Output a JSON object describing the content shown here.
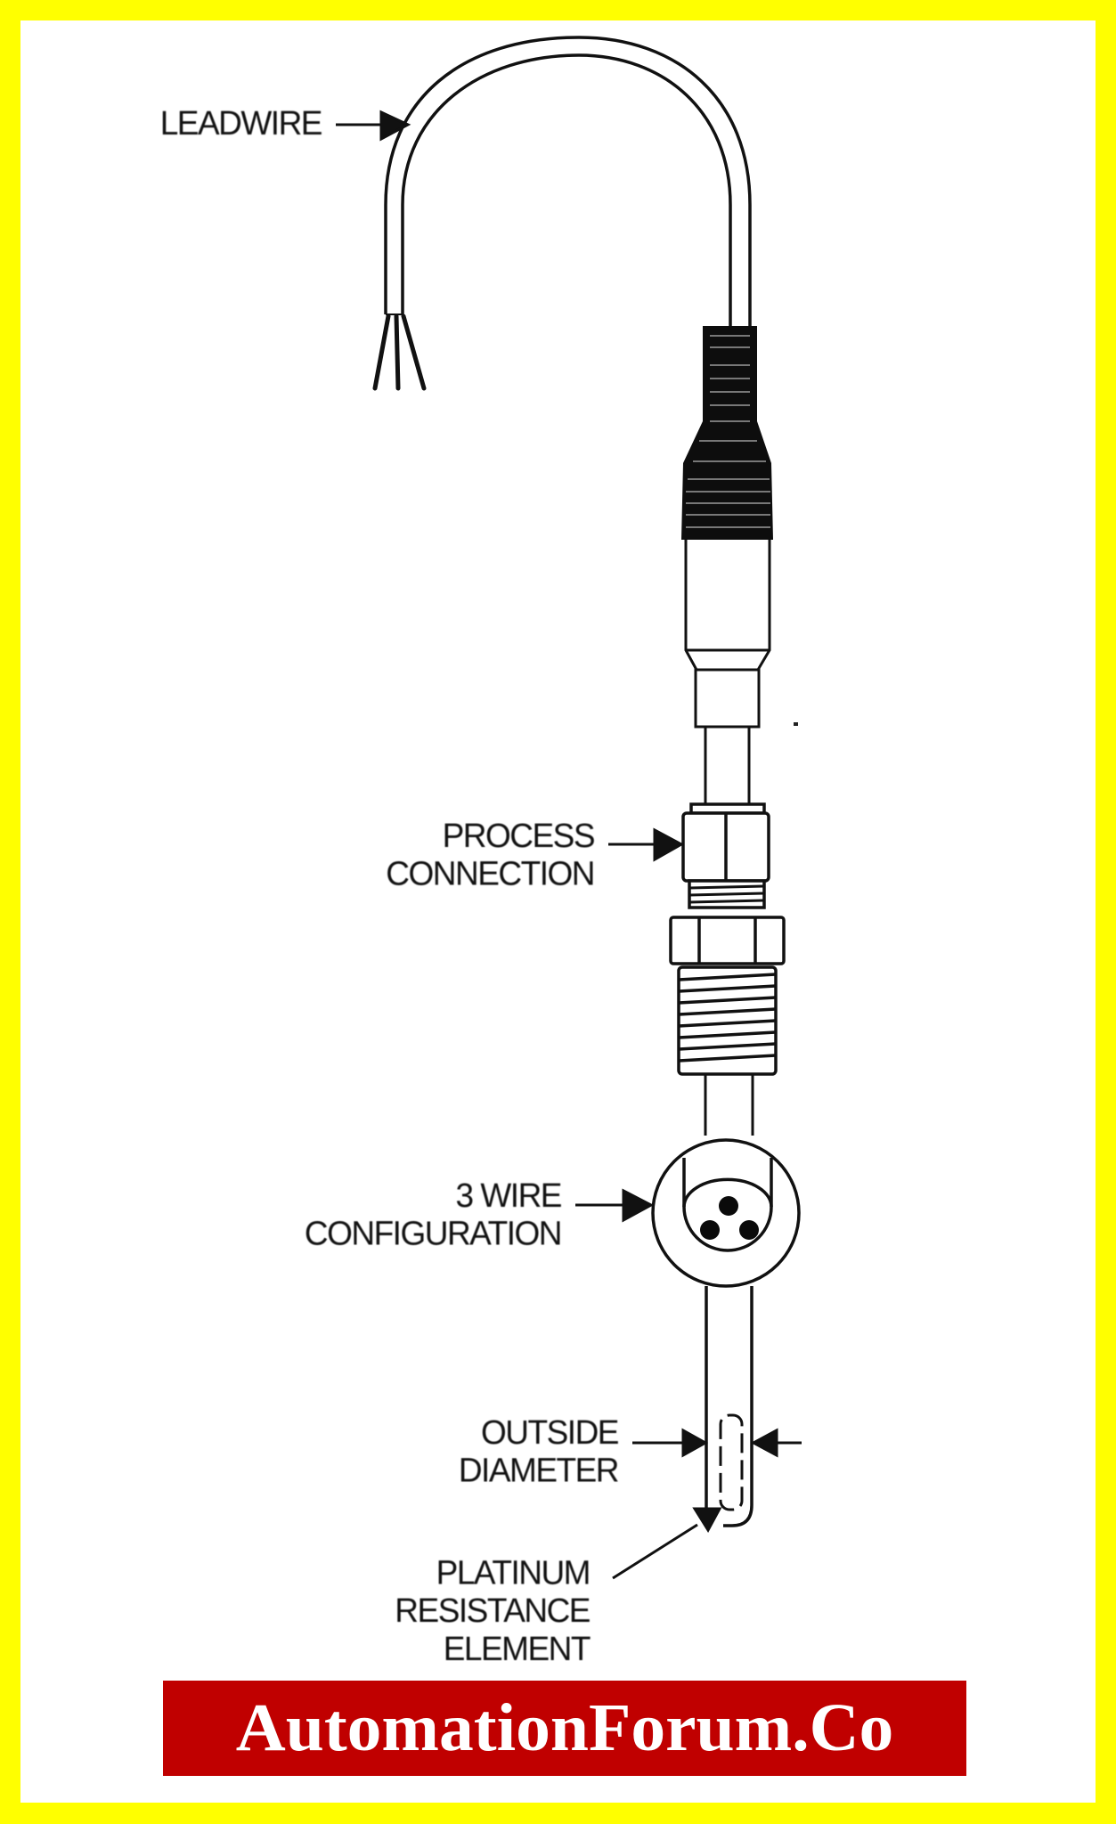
{
  "diagram": {
    "subject": "RTD temperature sensor assembly",
    "labels": {
      "leadwire": [
        "LEADWIRE"
      ],
      "process_connection": [
        "PROCESS",
        "CONNECTION"
      ],
      "three_wire": [
        "3 WIRE",
        "CONFIGURATION"
      ],
      "outside_diameter": [
        "OUTSIDE",
        "DIAMETER"
      ],
      "platinum_element": [
        "PLATINUM",
        "RESISTANCE",
        "ELEMENT"
      ]
    },
    "components": [
      "leadwire",
      "strain relief boot",
      "transition fitting",
      "process connection nut",
      "hex nut",
      "threaded fitting",
      "sheath",
      "3-wire cross-section",
      "platinum resistance element"
    ]
  },
  "watermark": {
    "text": "AutomationForum.Co",
    "background": "#C00000",
    "color": "#FFFFFF"
  },
  "frame": {
    "border_color": "#FFFF00",
    "background": "#FFFFFF"
  }
}
